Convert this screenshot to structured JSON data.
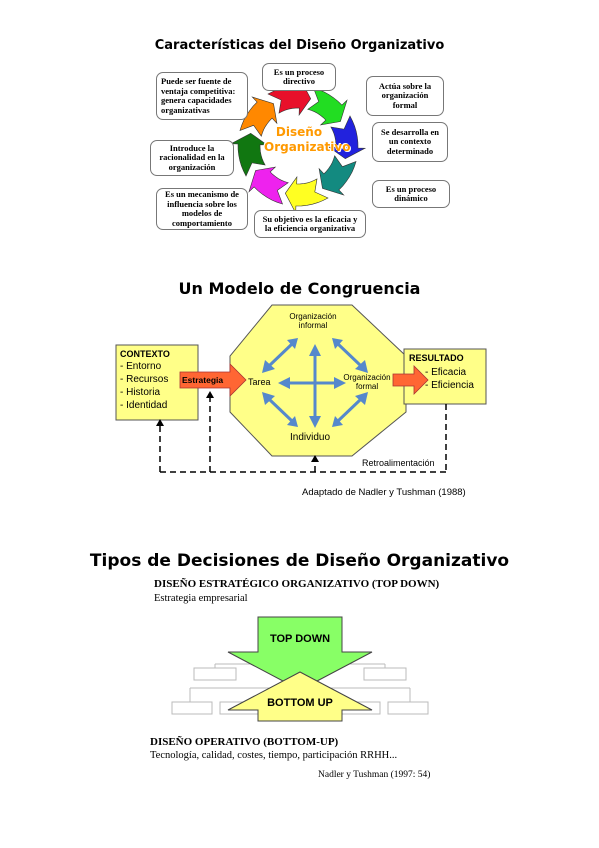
{
  "section1": {
    "title": "Características del Diseño Organizativo",
    "center_line1": "Diseño",
    "center_line2": "Organizativo",
    "bubbles": [
      "Es un proceso directivo",
      "Actúa sobre la organización formal",
      "Se desarrolla en un contexto determinado",
      "Es un proceso dinámico",
      "Su objetivo es la eficacia y la eficiencia organizativa",
      "Es un mecanismo de influencia sobre los modelos de comportamiento",
      "Introduce la racionalidad en la organización",
      "Puede ser fuente de ventaja competitiva: genera capacidades organizativas"
    ],
    "colors": {
      "red": "#e8102a",
      "green": "#22dd22",
      "blue": "#2222dd",
      "teal": "#138a80",
      "yellow": "#ffff22",
      "magenta": "#ee22ee",
      "darkgreen": "#117711",
      "orange": "#ff8800"
    }
  },
  "section2": {
    "title": "Un Modelo de Congruencia",
    "context_title": "CONTEXTO",
    "context_items": [
      "- Entorno",
      "- Recursos",
      "- Historia",
      "- Identidad"
    ],
    "strategy": "Estrategia",
    "informal_line1": "Organización",
    "informal_line2": "informal",
    "task": "Tarea",
    "formal_line1": "Organización",
    "formal_line2": "formal",
    "individual": "Individuo",
    "result_title": "RESULTADO",
    "result_items": [
      "- Eficacia",
      "- Eficiencia"
    ],
    "feedback": "Retroalimentación",
    "source": "Adaptado de Nadler y Tushman (1988)",
    "colors": {
      "yellow": "#ffff88",
      "arrow_blue": "#5588cc",
      "strategy_arrow": "#ff6633"
    }
  },
  "section3": {
    "title": "Tipos de Decisiones de Diseño Organizativo",
    "strategic_heading": "DISEÑO ESTRATÉGICO ORGANIZATIVO (TOP DOWN)",
    "strategic_sub": "Estrategia empresarial",
    "top_down": "TOP DOWN",
    "bottom_up": "BOTTOM UP",
    "operative_heading": "DISEÑO OPERATIVO (BOTTOM-UP)",
    "operative_sub": "Tecnología, calidad, costes, tiempo, participación RRHH...",
    "source": "Nadler y Tushman (1997: 54)",
    "colors": {
      "green": "#88ff66",
      "yellow": "#ffff88"
    }
  }
}
